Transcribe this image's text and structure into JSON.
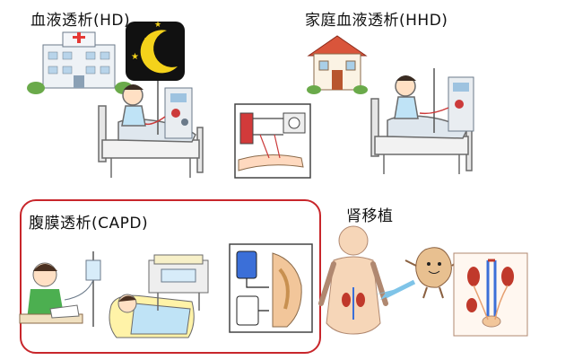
{
  "labels": {
    "hd": "血液透析(HD)",
    "hhd": "家庭血液透析(HHD)",
    "capd": "腹膜透析(CAPD)",
    "transplant": "肾移植"
  },
  "colors": {
    "capd_border": "#c8262b",
    "night_tile": "#111111",
    "moon": "#f4d21b",
    "house_roof": "#d9553b",
    "kidney": "#c0392b",
    "arrow": "#7fc4e8",
    "bag_blue": "#3b6fd8"
  },
  "icons": {
    "hospital": "hospital-icon",
    "night": "night-moon-icon",
    "house": "house-icon",
    "bed": "patient-bed-icon",
    "dialysis_machine": "dialysis-machine-icon",
    "arm_fistula": "arm-fistula-icon",
    "peritoneal_bag": "peritoneal-bag-icon",
    "kidney_character": "kidney-character-icon",
    "body": "human-body-icon",
    "abdomen": "abdomen-anatomy-icon"
  }
}
